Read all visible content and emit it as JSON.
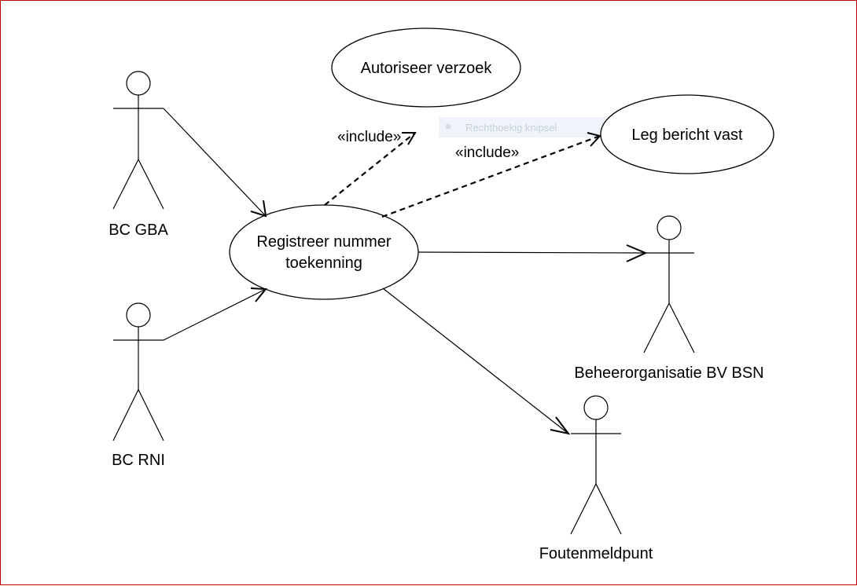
{
  "use_cases": {
    "autoriseer": "Autoriseer verzoek",
    "leg_bericht": "Leg bericht vast",
    "registreer_line1": "Registreer nummer",
    "registreer_line2": "toekenning"
  },
  "actors": {
    "bc_gba": "BC GBA",
    "bc_rni": "BC RNI",
    "beheerorganisatie": "Beheerorganisatie BV BSN",
    "foutenmeldpunt": "Foutenmeldpunt"
  },
  "relations": {
    "include_1": "«include»",
    "include_2": "«include»"
  },
  "overlay": {
    "snip_label": "Rechthoekig knipsel"
  },
  "colors": {
    "frame_border": "#c00000",
    "line": "#000000",
    "snip_bg": "#eef4fa"
  }
}
